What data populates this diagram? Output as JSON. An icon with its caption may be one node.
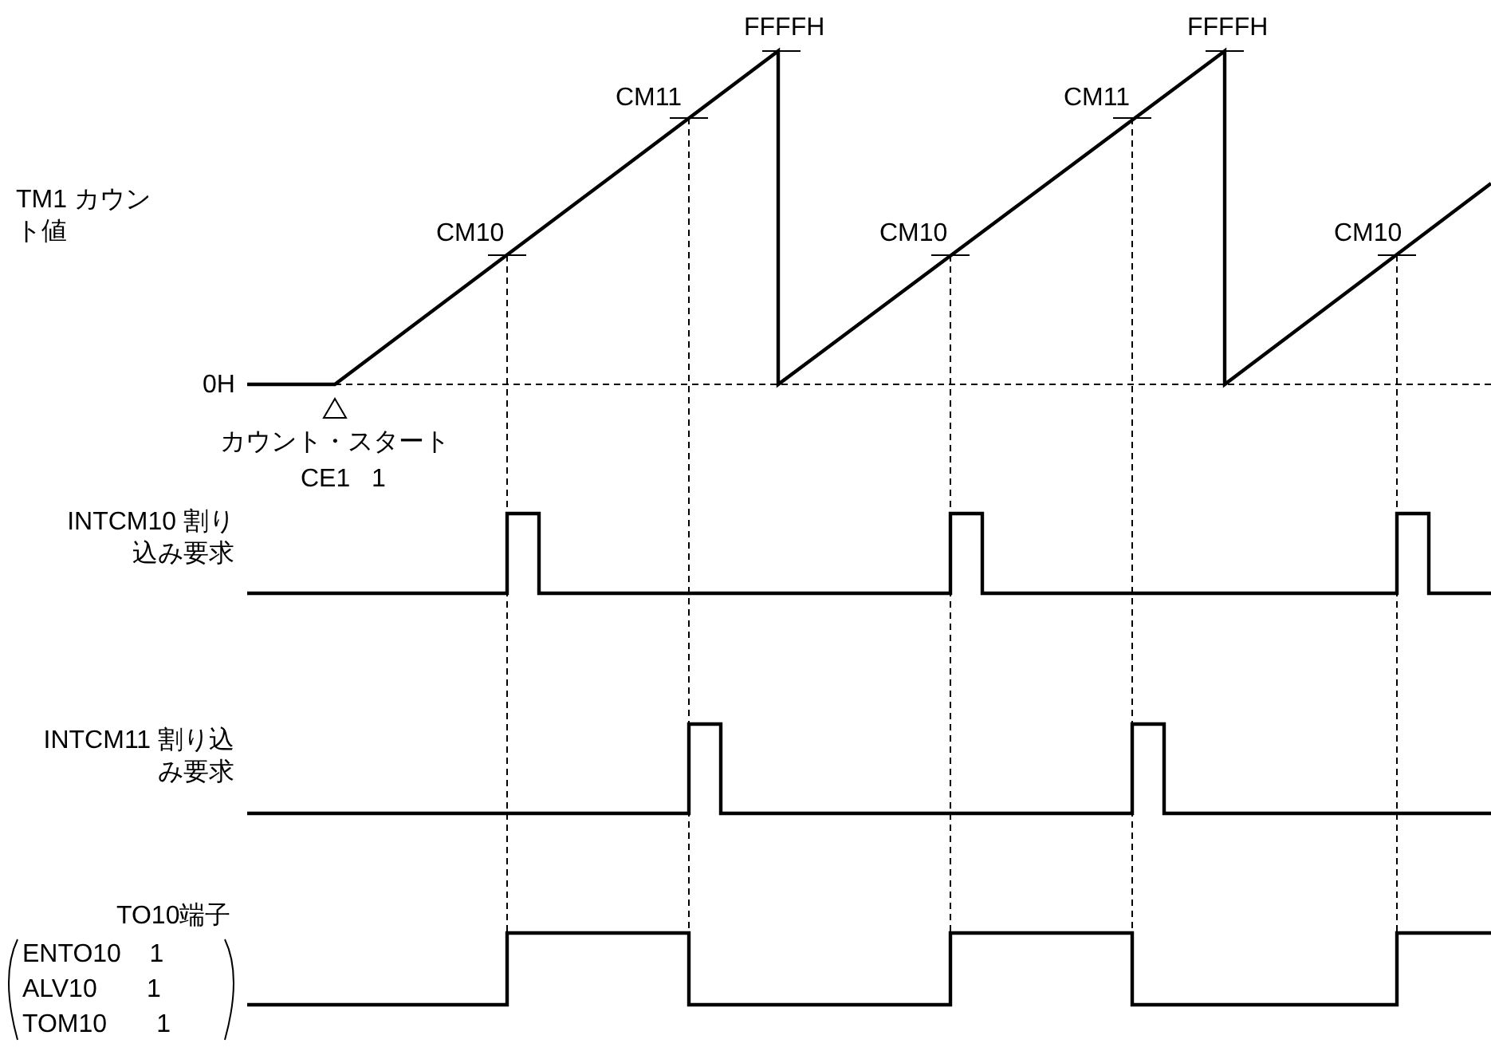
{
  "diagram": {
    "labels": [
      "FFFFH",
      "FFFFH",
      "CM11",
      "CM11",
      "TM1 カウント値",
      "CM10",
      "CM10",
      "CM10",
      "0H",
      "カウント・スタート",
      "CE1   1",
      "INTCM10 割り込み要求",
      "INTCM11 割り込み要求",
      "TO10端子",
      "ENTO10    1",
      "ALV10       1",
      "TOM10       1"
    ]
  }
}
